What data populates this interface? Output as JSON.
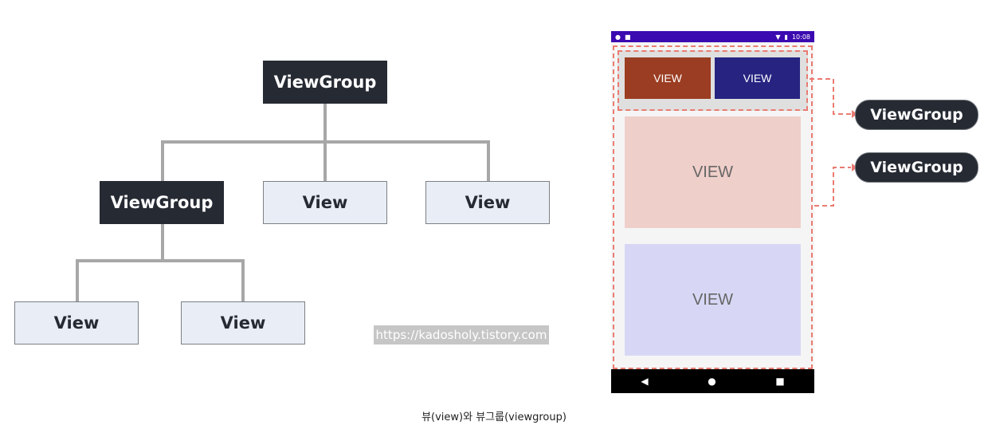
{
  "tree": {
    "root_label": "ViewGroup",
    "child_group_label": "ViewGroup",
    "child_view_1_label": "View",
    "child_view_2_label": "View",
    "leaf_view_1_label": "View",
    "leaf_view_2_label": "View"
  },
  "watermark": "https://kadosholy.tistory.com",
  "phone": {
    "status_time": "10:08",
    "view_top_left": "VIEW",
    "view_top_right": "VIEW",
    "view_middle": "VIEW",
    "view_bottom": "VIEW"
  },
  "callouts": {
    "group_1_label": "ViewGroup",
    "group_2_label": "ViewGroup"
  },
  "caption": "뷰(view)와 뷰그룹(viewgroup)",
  "colors": {
    "dark_node": "#262a33",
    "light_node": "#e9eef6",
    "view_brown": "#9b3d22",
    "view_navy": "#262381",
    "view_pink": "#efcfca",
    "view_lavender": "#d7d7f5",
    "dashed_red": "#ea7b72",
    "status_purple": "#3b0ab0"
  }
}
